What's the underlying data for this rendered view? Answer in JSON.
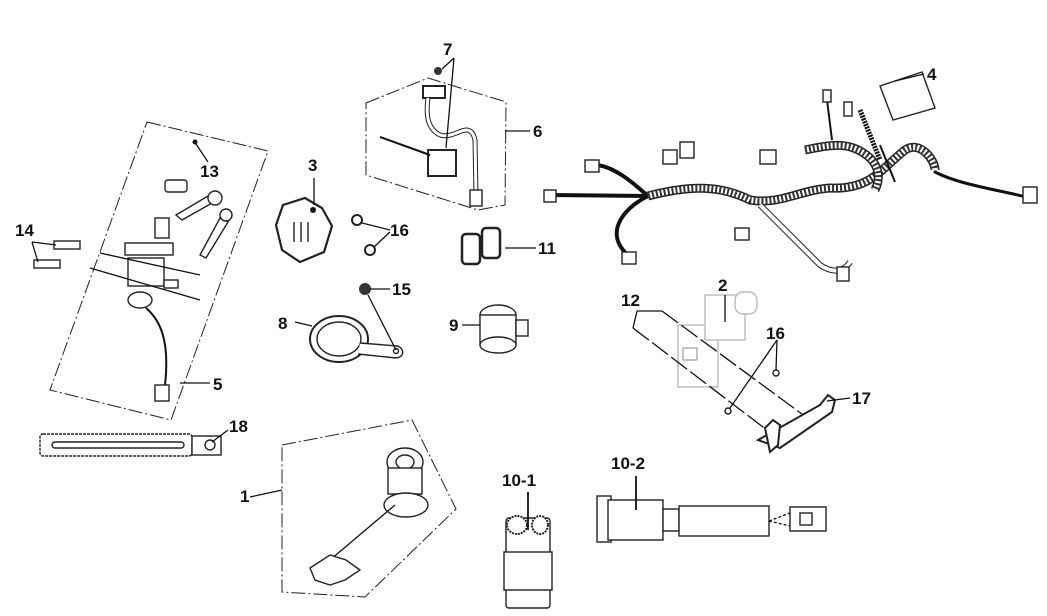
{
  "diagram": {
    "title": "Electrical components exploded parts diagram",
    "callouts": [
      {
        "id": "1",
        "label": "1",
        "part": "ignition-switch-assembly"
      },
      {
        "id": "2",
        "label": "2",
        "part": "ignition-coil"
      },
      {
        "id": "3",
        "label": "3",
        "part": "relay"
      },
      {
        "id": "4",
        "label": "4",
        "part": "harness-tag"
      },
      {
        "id": "5",
        "label": "5",
        "part": "main-switch-lock-set"
      },
      {
        "id": "6",
        "label": "6",
        "part": "starter-relay-cable-set"
      },
      {
        "id": "7",
        "label": "7",
        "part": "starter-relay-nuts"
      },
      {
        "id": "8",
        "label": "8",
        "part": "horn"
      },
      {
        "id": "9",
        "label": "9",
        "part": "flasher-buzzer"
      },
      {
        "id": "10-1",
        "label": "10-1",
        "part": "regulator-rectifier"
      },
      {
        "id": "10-2",
        "label": "10-2",
        "part": "power-socket"
      },
      {
        "id": "11",
        "label": "11",
        "part": "fuse-holder"
      },
      {
        "id": "12",
        "label": "12",
        "part": "coil-bolts"
      },
      {
        "id": "13",
        "label": "13",
        "part": "key-blank"
      },
      {
        "id": "14",
        "label": "14",
        "part": "shear-bolts"
      },
      {
        "id": "15",
        "label": "15",
        "part": "horn-nut"
      },
      {
        "id": "16",
        "label": "16",
        "part": "flange-nuts"
      },
      {
        "id": "17",
        "label": "17",
        "part": "coil-bracket"
      },
      {
        "id": "18",
        "label": "18",
        "part": "harness-band"
      }
    ]
  },
  "labels": {
    "l1": "1",
    "l2": "2",
    "l3": "3",
    "l4": "4",
    "l5": "5",
    "l6": "6",
    "l7": "7",
    "l8": "8",
    "l9": "9",
    "l10_1": "10-1",
    "l10_2": "10-2",
    "l11": "11",
    "l12": "12",
    "l13": "13",
    "l14": "14",
    "l15": "15",
    "l16a": "16",
    "l16b": "16",
    "l17": "17",
    "l18": "18"
  }
}
